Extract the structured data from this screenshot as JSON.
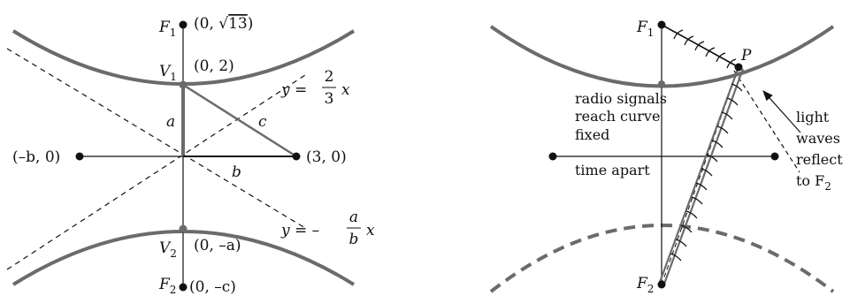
{
  "left_panel": {
    "focus_top": {
      "name": "F",
      "sub": "1",
      "coord_prefix": "(0, ",
      "radical": "√",
      "radicand": "13",
      "coord_suffix": ")"
    },
    "vertex_top": {
      "name": "V",
      "sub": "1",
      "coord": "(0, 2)"
    },
    "vertex_bottom": {
      "name": "V",
      "sub": "2",
      "coord": "(0, –a)"
    },
    "focus_bottom": {
      "name": "F",
      "sub": "2",
      "coord": "(0, –c)"
    },
    "left_point": "(–b, 0)",
    "right_point": "(3, 0)",
    "seg_a": "a",
    "seg_b": "b",
    "seg_c": "c",
    "asymptote_pos": {
      "lhs": "y =",
      "num": "2",
      "den": "3",
      "var": "x"
    },
    "asymptote_neg": {
      "lhs": "y = –",
      "num": "a",
      "den": "b",
      "var": "x"
    }
  },
  "right_panel": {
    "focus_top": {
      "name": "F",
      "sub": "1"
    },
    "focus_bottom": {
      "name": "F",
      "sub": "2"
    },
    "point": "P",
    "center_text": [
      "radio signals",
      "reach curve",
      "fixed",
      "time apart"
    ],
    "side_text": [
      "light",
      "waves",
      "reflect",
      "to F"
    ],
    "side_text_sub": "2"
  },
  "colors": {
    "curve": "#6b6b6b",
    "ink": "#111111"
  }
}
